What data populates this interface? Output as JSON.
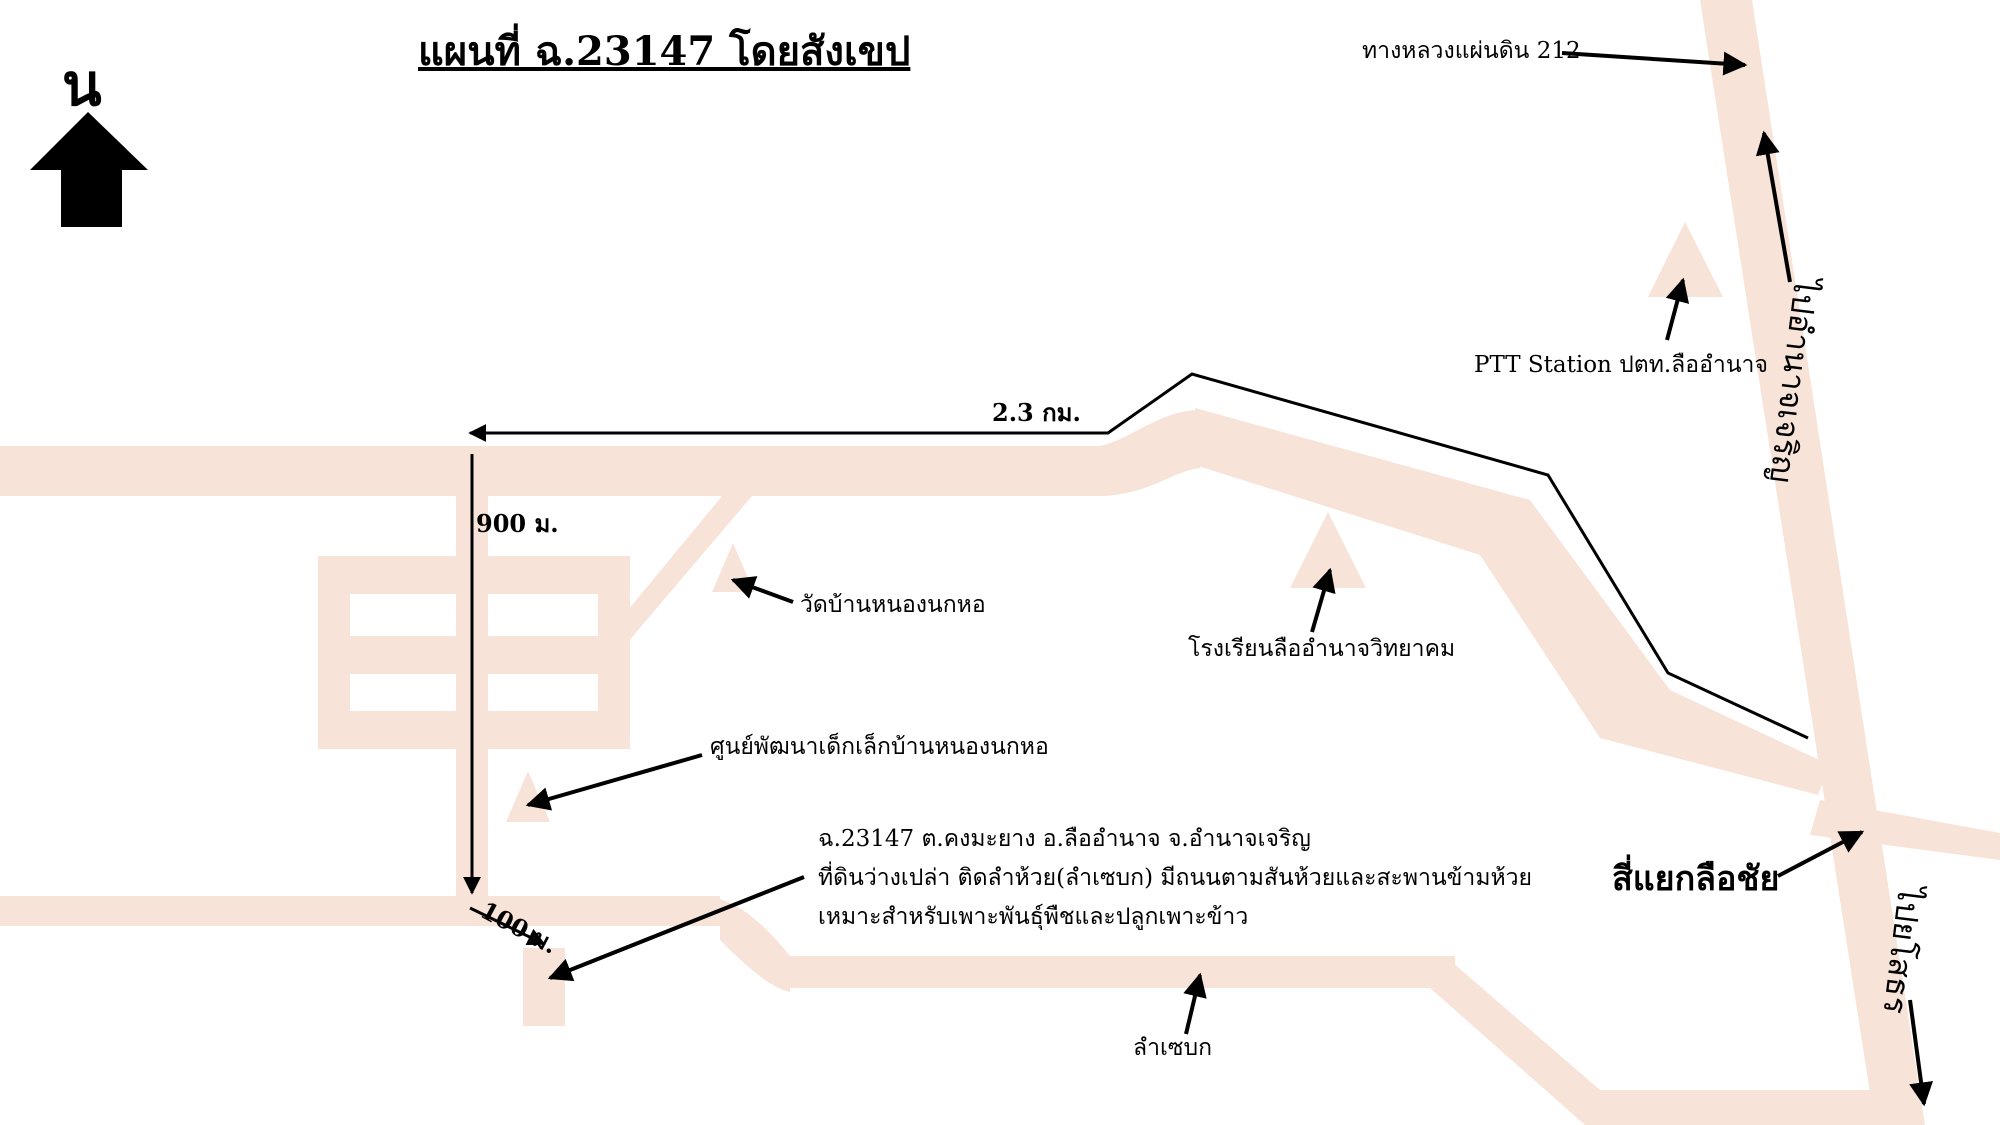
{
  "title": "แผนที่ ฉ.23147 โดยสังเขป",
  "north_label": "น",
  "labels": {
    "highway": "ทางหลวงแผ่นดิน 212",
    "ptt": "PTT Station ปตท.ลืออำนาจ",
    "to_amnat": "ไปอำนาจเจริญ",
    "distance_23": "2.3 กม.",
    "distance_900": "900 ม.",
    "distance_100": "100 ม.",
    "temple": "วัดบ้านหนองนกหอ",
    "school": "โรงเรียนลืออำนาจวิทยาคม",
    "child_center": "ศูนย์พัฒนาเด็กเล็กบ้านหนองนกหอ",
    "plot_line1": "ฉ.23147 ต.คงมะยาง อ.ลืออำนาจ จ.อำนาจเจริญ",
    "plot_line2": "ที่ดินว่างเปล่า ติดลำห้วย(ลำเซบก) มีถนนตามสันห้วยและสะพานข้ามห้วย",
    "plot_line3": "เหมาะสำหรับเพาะพันธุ์พืชและปลูกเพาะข้าว",
    "intersection": "สี่แยกลือชัย",
    "stream": "ลำเซบก",
    "to_yasothon": "ไปยโสธร"
  },
  "colors": {
    "road": "#f8e3d8",
    "ink": "#000000",
    "background": "#ffffff"
  },
  "icons": [
    "north-arrow-icon",
    "landmark-triangle-icon"
  ]
}
